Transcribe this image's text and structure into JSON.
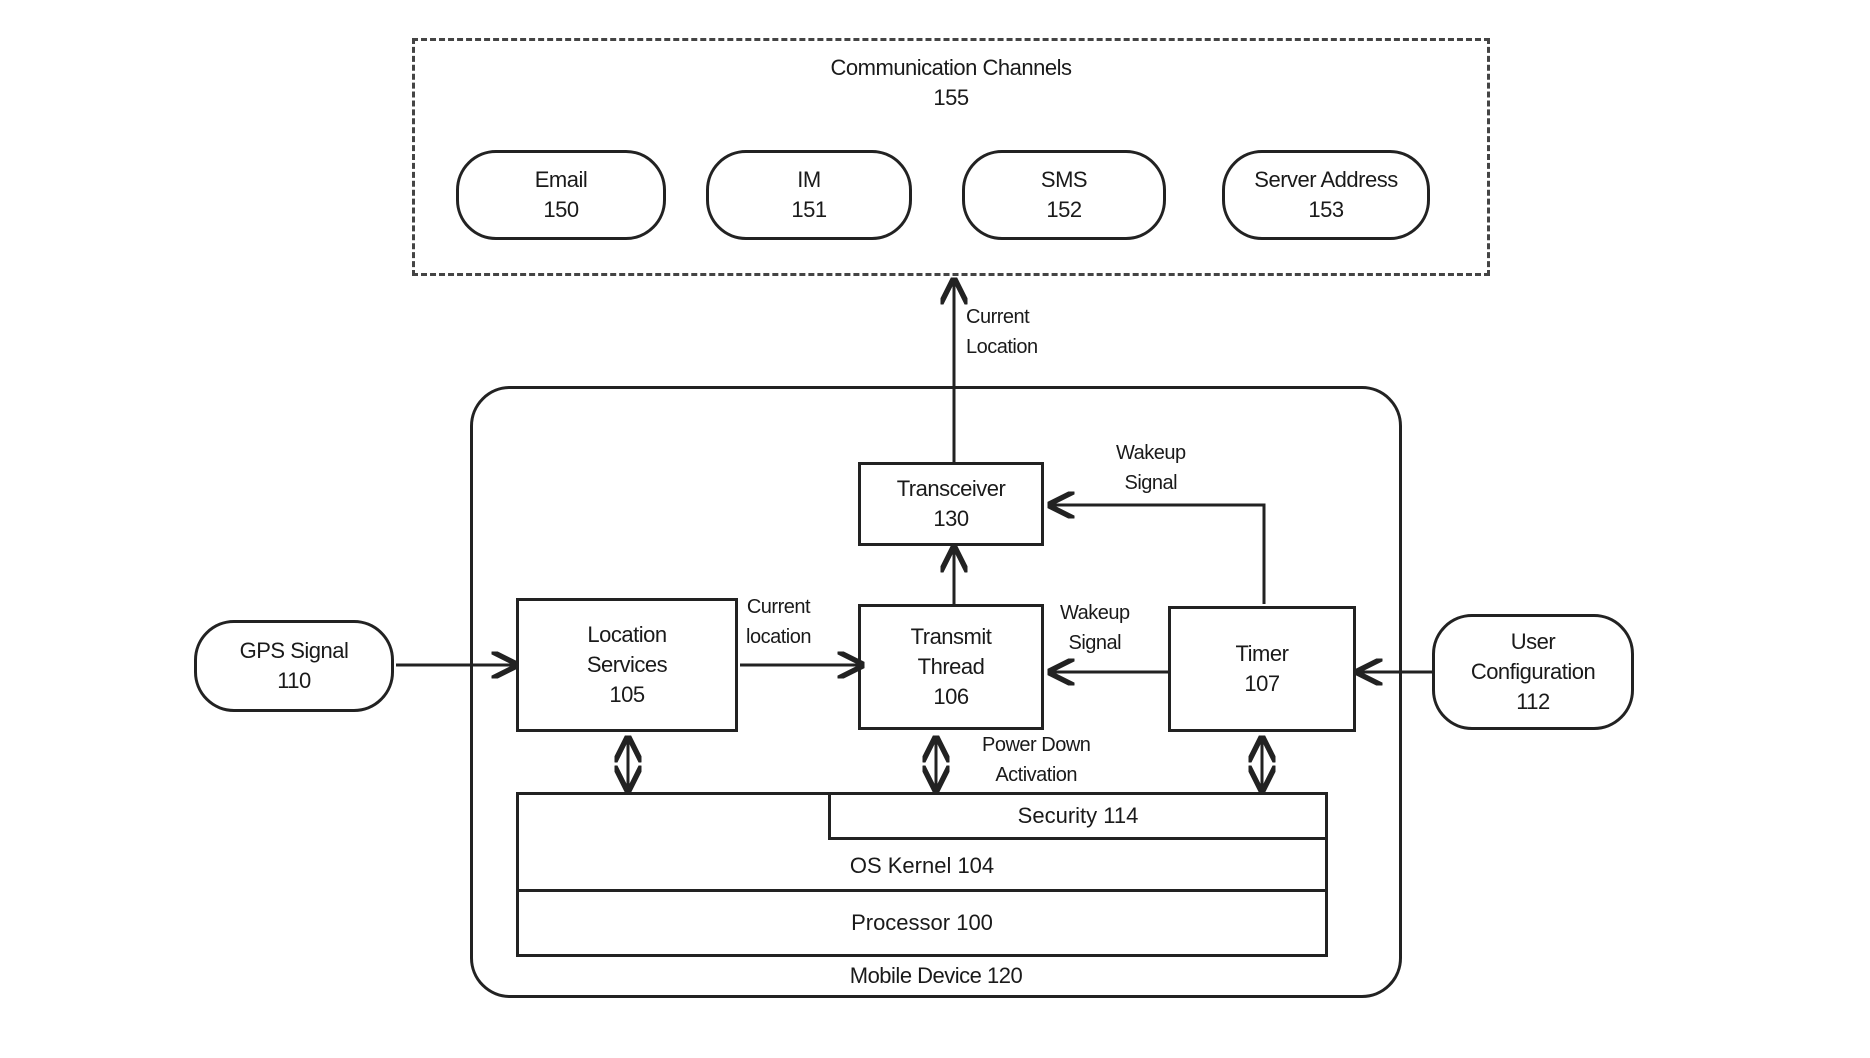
{
  "comm_channels": {
    "title": "Communication Channels",
    "ref": "155",
    "items": [
      {
        "label": "Email",
        "ref": "150"
      },
      {
        "label": "IM",
        "ref": "151"
      },
      {
        "label": "SMS",
        "ref": "152"
      },
      {
        "label": "Server Address",
        "ref": "153"
      }
    ]
  },
  "mobile_device": {
    "label": "Mobile Device 120",
    "transceiver": {
      "label": "Transceiver",
      "ref": "130"
    },
    "location_services": {
      "label": "Location Services",
      "ref": "105"
    },
    "transmit_thread": {
      "label": "Transmit Thread",
      "ref": "106"
    },
    "timer": {
      "label": "Timer",
      "ref": "107"
    },
    "security": "Security 114",
    "os_kernel": "OS Kernel 104",
    "processor": "Processor 100"
  },
  "external": {
    "gps": {
      "label": "GPS Signal",
      "ref": "110"
    },
    "user_config": {
      "label": "User Configuration",
      "ref": "112"
    }
  },
  "edge_labels": {
    "current_location_up": [
      "Current",
      "Location"
    ],
    "current_location_mid": [
      "Current",
      "location"
    ],
    "wakeup_top": [
      "Wakeup",
      "Signal"
    ],
    "wakeup_mid": [
      "Wakeup",
      "Signal"
    ],
    "power_down": [
      "Power Down",
      "Activation"
    ]
  }
}
